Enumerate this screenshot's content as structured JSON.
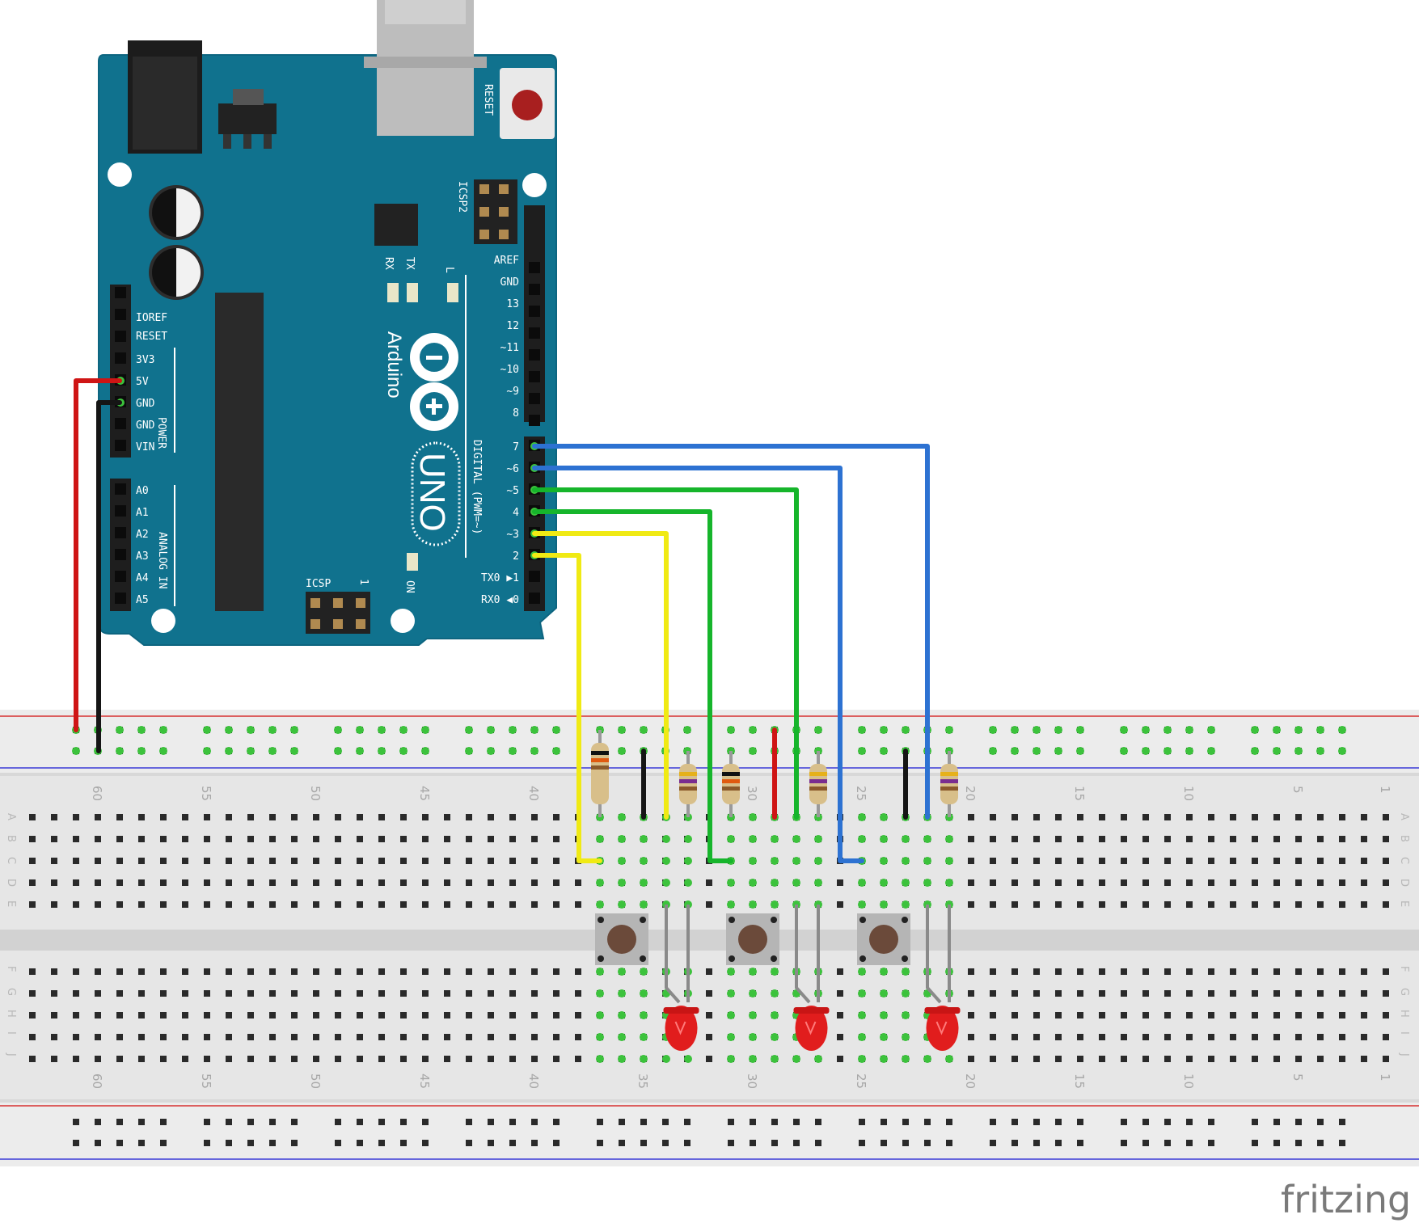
{
  "brand": "fritzing",
  "colors": {
    "board": "#10728e",
    "breadboard": "#e4e4e4",
    "wire_red": "#cf1515",
    "wire_black": "#151515",
    "wire_yellow": "#f0ea14",
    "wire_green": "#16b52b",
    "wire_blue": "#2d72d2"
  },
  "arduino": {
    "brand_name": "Arduino",
    "model": "UNO",
    "reset_label": "RESET",
    "icsp2_label": "ICSP2",
    "icsp_label": "ICSP",
    "icsp_pin1": "1",
    "rx_label": "RX",
    "tx_label": "TX",
    "l_label": "L",
    "on_label": "ON",
    "digital_label": "DIGITAL (PWM=~)",
    "power_label": "POWER",
    "analog_label": "ANALOG IN",
    "top_header_pins": [
      "AREF",
      "GND",
      "13",
      "12",
      "~11",
      "~10",
      "~9",
      "8"
    ],
    "bottom_header_pins": [
      "7",
      "~6",
      "~5",
      "4",
      "~3",
      "2",
      "TX0 ▶1",
      "RX0 ◀0"
    ],
    "power_pins": [
      "IOREF",
      "RESET",
      "3V3",
      "5V",
      "GND",
      "GND",
      "VIN"
    ],
    "analog_pins": [
      "A0",
      "A1",
      "A2",
      "A3",
      "A4",
      "A5"
    ]
  },
  "breadboard": {
    "column_numbers": [
      "60",
      "55",
      "50",
      "45",
      "40",
      "35",
      "30",
      "25",
      "20",
      "15",
      "10",
      "5",
      "1"
    ],
    "rows_top": [
      "A",
      "B",
      "C",
      "D",
      "E"
    ],
    "rows_bottom": [
      "F",
      "G",
      "H",
      "I",
      "J"
    ]
  }
}
